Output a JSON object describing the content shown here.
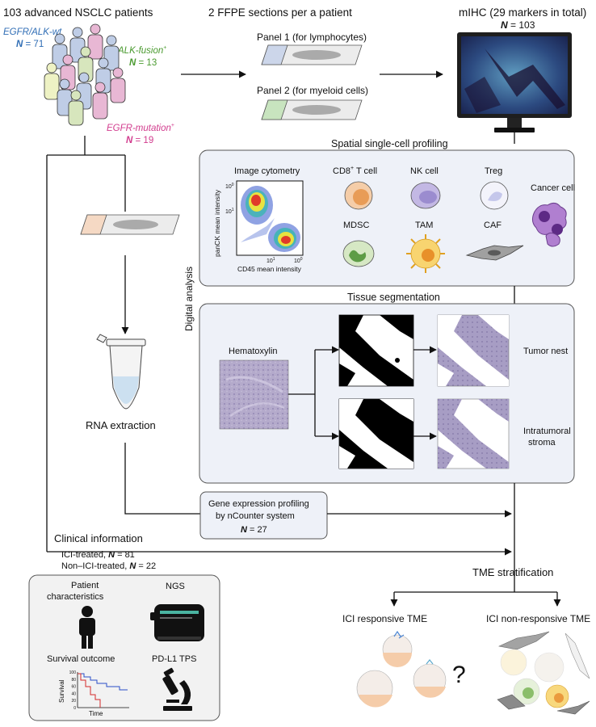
{
  "cohort": {
    "title": "103 advanced NSCLC patients",
    "egfr_alk_wt": "EGFR/ALK-wt",
    "egfr_alk_wt_n_label": "N",
    "egfr_alk_wt_n_value": "= 71",
    "alk_fusion": "ALK-fusion",
    "alk_fusion_n_label": "N",
    "alk_fusion_n_value": "= 13",
    "egfr_mut": "EGFR-mutation",
    "egfr_mut_n_label": "N",
    "egfr_mut_n_value": "= 19",
    "sup_plus": "+"
  },
  "sections": {
    "title": "2 FFPE sections per a patient",
    "panel1": "Panel 1 (for lymphocytes)",
    "panel2": "Panel 2 (for myeloid cells)"
  },
  "mihc": {
    "title": "mIHC (29 markers in total)",
    "n_label": "N",
    "n_value": "= 103"
  },
  "spatial": {
    "title": "Spatial single-cell profiling",
    "cytometry_title": "Image cytometry",
    "ylabel": "panCK mean intensity",
    "xlabel": "CD45 mean intensity",
    "ytick_top": "10",
    "ytick_top_exp": "0",
    "ytick_mid": "10",
    "ytick_mid_exp": "1",
    "xtick_mid": "10",
    "xtick_mid_exp": "1",
    "xtick_right": "10",
    "xtick_right_exp": "0",
    "cells": {
      "cd8": "CD8",
      "cd8_sup": "+",
      "cd8_suffix": " T cell",
      "nk": "NK cell",
      "treg": "Treg",
      "cancer": "Cancer cell",
      "mdsc": "MDSC",
      "tam": "TAM",
      "caf": "CAF"
    }
  },
  "digital": {
    "label": "Digital analysis"
  },
  "segmentation": {
    "title": "Tissue segmentation",
    "hematoxylin": "Hematoxylin",
    "tumor_nest": "Tumor nest",
    "stroma_line1": "Intratumoral",
    "stroma_line2": "stroma"
  },
  "rna": {
    "label": "RNA extraction"
  },
  "gep": {
    "line1": "Gene expression profiling",
    "line2": "by nCounter system",
    "n_label": "N",
    "n_value": "= 27"
  },
  "clinical": {
    "title": "Clinical information",
    "ici_text": "ICI-treated, ",
    "ici_n_label": "N",
    "ici_n_value": " = 81",
    "non_ici_text": "Non–ICI-treated, ",
    "non_ici_n_label": "N",
    "non_ici_n_value": " = 22"
  },
  "clinical_box": {
    "patient_line1": "Patient",
    "patient_line2": "characteristics",
    "ngs": "NGS",
    "survival": "Survival outcome",
    "pdl1": "PD-L1 TPS",
    "survival_ylabel": "Survival",
    "survival_xlabel": "Time",
    "survival_ticks": [
      "100",
      "80",
      "60",
      "40",
      "20",
      "0"
    ]
  },
  "tme": {
    "title": "TME stratification",
    "responsive": "ICI responsive TME",
    "non_responsive": "ICI non-responsive TME",
    "question": "?"
  },
  "colors": {
    "egfr_wt": "#2f6db5",
    "alk": "#4a9a2f",
    "egfr_mut": "#d23c8e",
    "panel_bg": "#eef1f8",
    "box_bg": "#f2f2f2"
  }
}
